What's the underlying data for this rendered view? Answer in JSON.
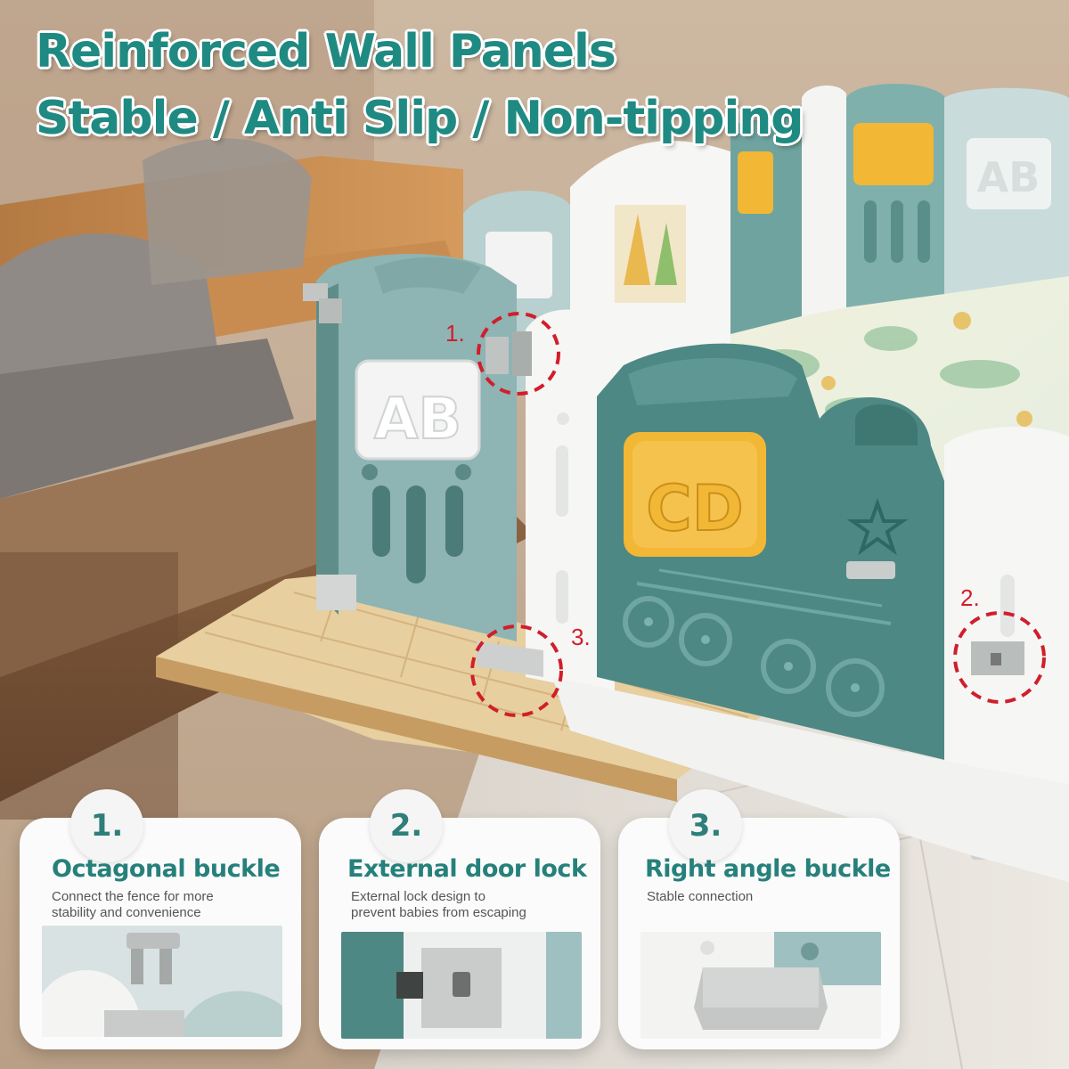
{
  "headline": {
    "line1": "Reinforced Wall Panels",
    "line2": "Stable / Anti Slip / Non-tipping"
  },
  "panels": {
    "left_letters": "AB",
    "train_letters": "CD",
    "back_letters": "AB"
  },
  "callouts": [
    "1.",
    "2.",
    "3."
  ],
  "features": [
    {
      "number": "1.",
      "title": "Octagonal buckle",
      "desc_line1": "Connect the fence for more",
      "desc_line2": "stability and convenience"
    },
    {
      "number": "2.",
      "title": "External door lock",
      "desc_line1": "External lock design to",
      "desc_line2": "prevent babies from escaping"
    },
    {
      "number": "3.",
      "title": "Right angle buckle",
      "desc_line1": "Stable connection",
      "desc_line2": ""
    }
  ],
  "colors": {
    "accent_teal": "#1f8a82",
    "panel_teal": "#4d8884",
    "panel_light_teal": "#9fc0c0",
    "panel_yellow": "#f2b735",
    "callout_red": "#d11e2a"
  }
}
